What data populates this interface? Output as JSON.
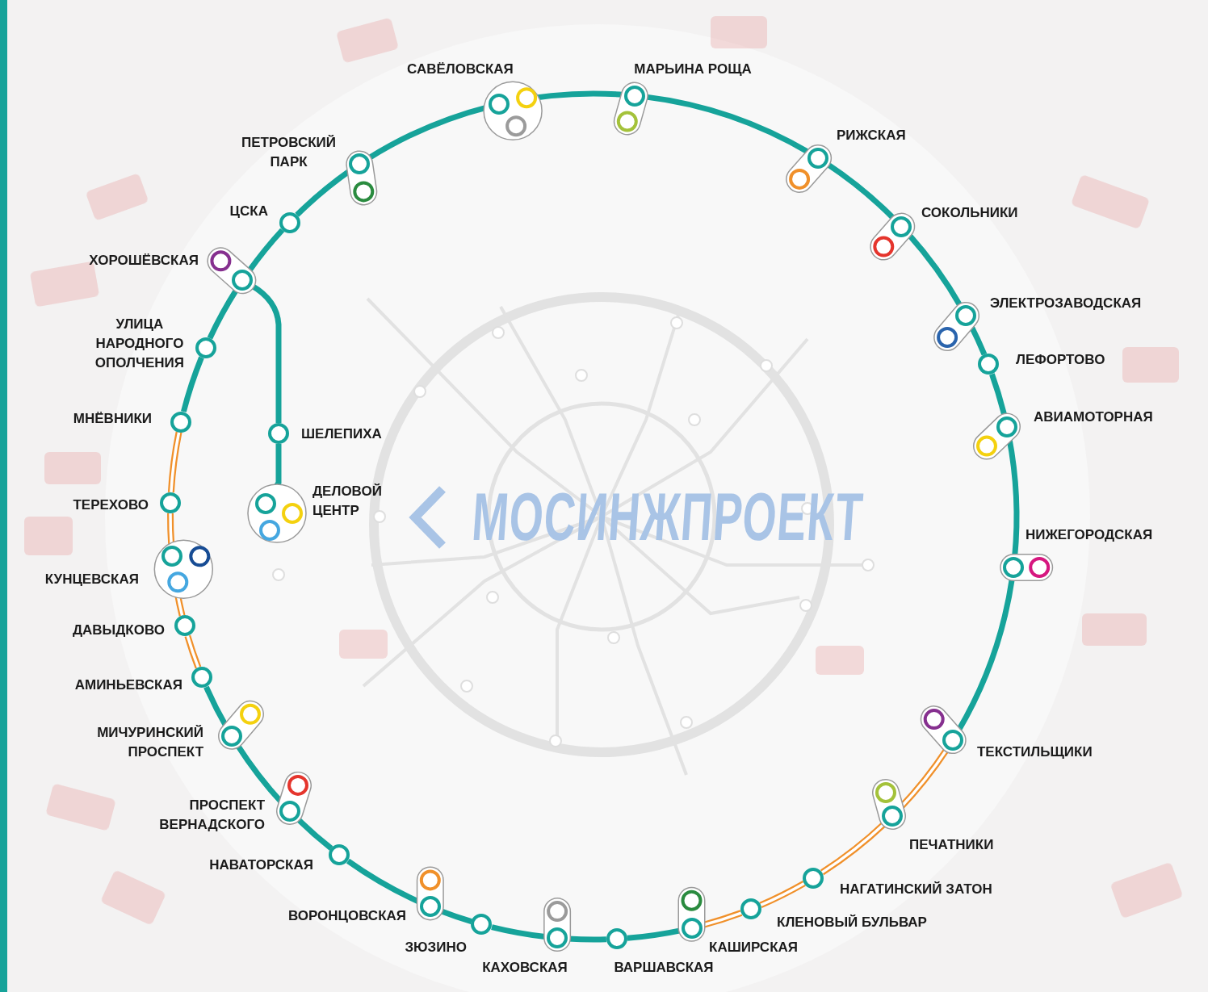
{
  "diagram": {
    "nodes": [
      {
        "text": [
          "САВЁЛОВСКАЯ"
        ]
      },
      {
        "text": [
          "МАРЬИНА РОЩА"
        ]
      },
      {
        "text": [
          "РИЖСКАЯ"
        ]
      },
      {
        "text": [
          "СОКОЛЬНИКИ"
        ]
      },
      {
        "text": [
          "ЭЛЕКТРОЗАВОДСКАЯ"
        ]
      },
      {
        "text": [
          "ЛЕФОРТОВО"
        ]
      },
      {
        "text": [
          "АВИАМОТОРНАЯ"
        ]
      },
      {
        "text": [
          "НИЖЕГОРОДСКАЯ"
        ]
      },
      {
        "text": [
          "ТЕКСТИЛЬЩИКИ"
        ]
      },
      {
        "text": [
          "ПЕЧАТНИКИ"
        ]
      },
      {
        "text": [
          "НАГАТИНСКИЙ ЗАТОН"
        ]
      },
      {
        "text": [
          "КЛЕНОВЫЙ БУЛЬВАР"
        ]
      },
      {
        "text": [
          "КАШИРСКАЯ"
        ]
      },
      {
        "text": [
          "ВАРШАВСКАЯ"
        ]
      },
      {
        "text": [
          "КАХОВСКАЯ"
        ]
      },
      {
        "text": [
          "ЗЮЗИНО"
        ]
      },
      {
        "text": [
          "ВОРОНЦОВСКАЯ"
        ]
      },
      {
        "text": [
          "НАВАТОРСКАЯ"
        ]
      },
      {
        "text": [
          "ПРОСПЕКТ ВЕРНАДСКОГО"
        ]
      },
      {
        "text": [
          "МИЧУРИНСКИЙ ПРОСПЕКТ"
        ]
      },
      {
        "text": [
          "АМИНЬЕВСКАЯ"
        ]
      },
      {
        "text": [
          "ДАВЫДКОВО"
        ]
      },
      {
        "text": [
          "КУНЦЕВСКАЯ"
        ]
      },
      {
        "text": [
          "ТЕРЕХОВО"
        ]
      },
      {
        "text": [
          "МНЁВНИКИ"
        ]
      },
      {
        "text": [
          "УЛИЦА НАРОДНОГО ОПОЛЧЕНИЯ"
        ]
      },
      {
        "text": [
          "ХОРОШЁВСКАЯ"
        ]
      },
      {
        "text": [
          "ЦСКА"
        ]
      },
      {
        "text": [
          "ПЕТРОВСКИЙ ПАРК"
        ]
      },
      {
        "text": [
          "ШЕЛЕПИХА"
        ]
      },
      {
        "text": [
          "ДЕЛОВОЙ ЦЕНТР"
        ]
      }
    ],
    "edges": [
      {
        "from": 0,
        "to": 1,
        "arrow": "none"
      },
      {
        "from": 1,
        "to": 2,
        "arrow": "none"
      },
      {
        "from": 2,
        "to": 3,
        "arrow": "none"
      },
      {
        "from": 3,
        "to": 4,
        "arrow": "none"
      },
      {
        "from": 4,
        "to": 5,
        "arrow": "none"
      },
      {
        "from": 5,
        "to": 6,
        "arrow": "none"
      },
      {
        "from": 6,
        "to": 7,
        "arrow": "none"
      },
      {
        "from": 7,
        "to": 8,
        "arrow": "none"
      },
      {
        "from": 8,
        "to": 9,
        "arrow": "none"
      },
      {
        "from": 9,
        "to": 10,
        "arrow": "none"
      },
      {
        "from": 10,
        "to": 11,
        "arrow": "none"
      },
      {
        "from": 11,
        "to": 12,
        "arrow": "none"
      },
      {
        "from": 12,
        "to": 13,
        "arrow": "none"
      },
      {
        "from": 13,
        "to": 14,
        "arrow": "none"
      },
      {
        "from": 14,
        "to": 15,
        "arrow": "none"
      },
      {
        "from": 15,
        "to": 16,
        "arrow": "none"
      },
      {
        "from": 16,
        "to": 17,
        "arrow": "none"
      },
      {
        "from": 17,
        "to": 18,
        "arrow": "none"
      },
      {
        "from": 18,
        "to": 19,
        "arrow": "none"
      },
      {
        "from": 19,
        "to": 20,
        "arrow": "none"
      },
      {
        "from": 20,
        "to": 21,
        "arrow": "none"
      },
      {
        "from": 21,
        "to": 22,
        "arrow": "none"
      },
      {
        "from": 22,
        "to": 23,
        "arrow": "none"
      },
      {
        "from": 23,
        "to": 24,
        "arrow": "none"
      },
      {
        "from": 24,
        "to": 25,
        "arrow": "none"
      },
      {
        "from": 25,
        "to": 26,
        "arrow": "none"
      },
      {
        "from": 26,
        "to": 27,
        "arrow": "none"
      },
      {
        "from": 27,
        "to": 28,
        "arrow": "none"
      },
      {
        "from": 28,
        "to": 0,
        "arrow": "none"
      },
      {
        "from": 26,
        "to": 29,
        "arrow": "none"
      },
      {
        "from": 29,
        "to": 30,
        "arrow": "none"
      }
    ],
    "labels": [
      "МОСИНЖПРОЕКТ"
    ]
  }
}
